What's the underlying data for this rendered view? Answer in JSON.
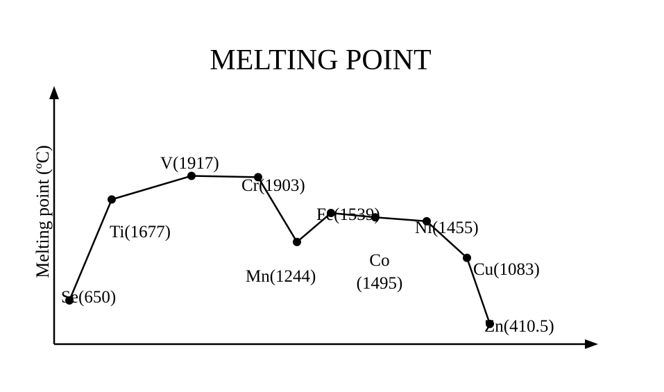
{
  "chart_data": {
    "type": "line",
    "title": "MELTING POINT",
    "xlabel": "",
    "ylabel": "Melting point (ºC)",
    "grid": false,
    "legend": "none",
    "line_color": "#000000",
    "series": [
      {
        "points": [
          {
            "element": "Se",
            "value": 650,
            "label": "Se(650)"
          },
          {
            "element": "Ti",
            "value": 1677,
            "label": "Ti(1677)"
          },
          {
            "element": "V",
            "value": 1917,
            "label": "V(1917)"
          },
          {
            "element": "Cr",
            "value": 1903,
            "label": "Cr(1903)"
          },
          {
            "element": "Mn",
            "value": 1244,
            "label": "Mn(1244)"
          },
          {
            "element": "Fe",
            "value": 1539,
            "label": "Fe(1539)"
          },
          {
            "element": "Co",
            "value": 1495,
            "label_lines": [
              "Co",
              "(1495)"
            ]
          },
          {
            "element": "Ni",
            "value": 1455,
            "label": "Ni(1455)"
          },
          {
            "element": "Cu",
            "value": 1083,
            "label": "Cu(1083)"
          },
          {
            "element": "Zn",
            "value": 410.5,
            "label": "Zn(410.5)"
          }
        ]
      }
    ]
  }
}
